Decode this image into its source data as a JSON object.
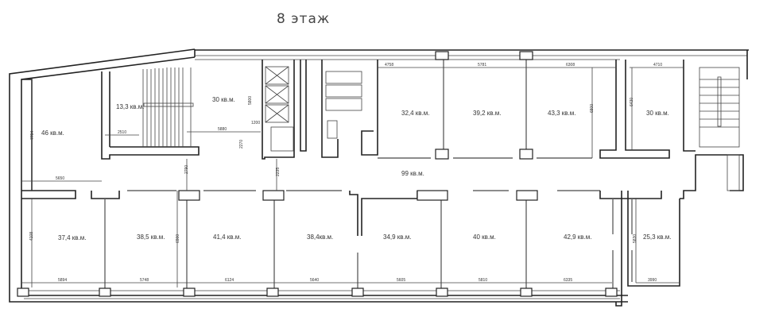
{
  "title": "8 этаж",
  "rooms_upper": [
    "46 кв.м.",
    "13,3 кв.м.",
    "30 кв.м.",
    "32,4 кв.м.",
    "39,2 кв.м.",
    "43,3 кв.м.",
    "30 кв.м."
  ],
  "corridor": "99 кв.м.",
  "rooms_lower": [
    "37,4 кв.м.",
    "38,5 кв.м.",
    "41,4 кв.м.",
    "38,4кв.м.",
    "34,9 кв.м.",
    "40 кв.м.",
    "42,9 кв.м.",
    "25,3 кв.м."
  ],
  "dimensions": {
    "d7794": "7794",
    "d2510": "2510",
    "d5880": "5880",
    "d1200": "1200",
    "d2270": "2270",
    "d5800": "5800",
    "d2790": "2790",
    "d2235": "2235",
    "d5650": "5650",
    "d4758": "4758",
    "d5781": "5781",
    "d6308": "6308",
    "d4710": "4710",
    "d6800": "6800",
    "d6430": "6430",
    "d4108": "4108",
    "d6900": "6900",
    "d5894": "5894",
    "d5748": "5748",
    "d6124": "6124",
    "d5640": "5640",
    "d5605": "5605",
    "d5810": "5810",
    "d6335": "6335",
    "d3990": "3990",
    "d5830": "5830"
  }
}
